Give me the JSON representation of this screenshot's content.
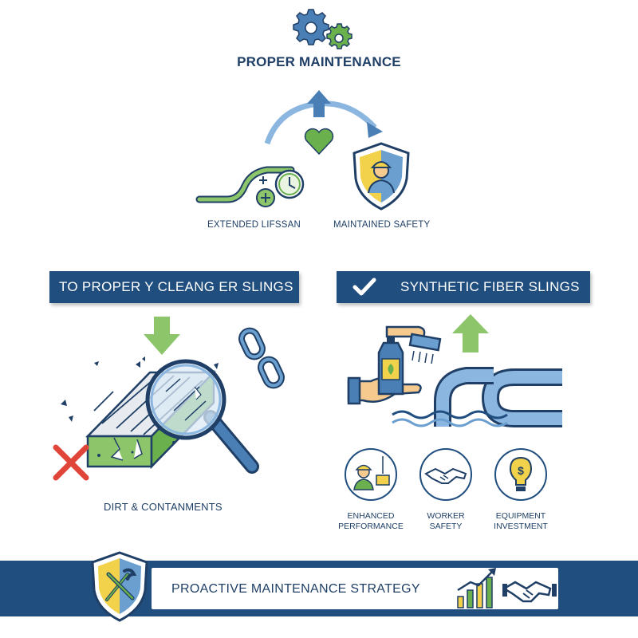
{
  "header": {
    "title": "PROPER MAINTENANCE",
    "icon": "gears-icon"
  },
  "outcomes": [
    {
      "label": "EXTENDED LIFSSAN",
      "icon": "lifespan-clock-icon"
    },
    {
      "label": "MAINTAINED SAFETY",
      "icon": "safety-shield-worker-icon"
    }
  ],
  "left_panel": {
    "banner": "TO PROPER Y CLEANG ER SLINGS",
    "caption": "DIRT & CONTANMENTS",
    "icons": [
      "down-arrow-icon",
      "chain-link-icon",
      "magnifier-icon",
      "cross-icon"
    ]
  },
  "right_panel": {
    "banner": "SYNTHETIC FIBER SLINGS",
    "banner_icon": "checkmark-icon",
    "benefits": [
      {
        "line1": "ENHANCED",
        "line2": "PERFORMANCE",
        "icon": "worker-crane-icon"
      },
      {
        "line1": "WORKER",
        "line2": "SAFETY",
        "icon": "handshake-icon"
      },
      {
        "line1": "EQUIPMENT",
        "line2": "INVESTMENT",
        "icon": "lightbulb-dollar-icon"
      }
    ]
  },
  "footer": {
    "text": "PROACTIVE MAINTENANCE STRATEGY",
    "icons": [
      "shield-tools-icon",
      "growth-chart-icon",
      "handshake-icon"
    ]
  },
  "colors": {
    "navy": "#1f4e7f",
    "green": "#6ab04c",
    "blue": "#6a9fd0",
    "yellow": "#f2d14b",
    "red": "#e0453a"
  }
}
